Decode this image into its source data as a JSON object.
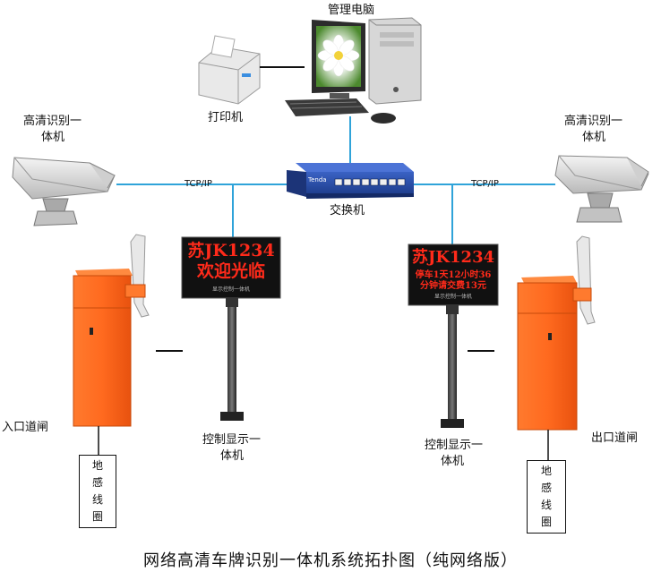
{
  "nodes": {
    "pc": {
      "label": "管理电脑"
    },
    "printer": {
      "label": "打印机"
    },
    "switch": {
      "label": "交换机",
      "brand": "Tenda",
      "port_count": 8
    },
    "camera_left": {
      "label_line1": "高清识别一",
      "label_line2": "体机"
    },
    "camera_right": {
      "label_line1": "高清识别一",
      "label_line2": "体机"
    },
    "display_left": {
      "label_line1": "控制显示一",
      "label_line2": "体机",
      "screen_line1": "苏JK1234",
      "screen_line2": "欢迎光临",
      "caption": "显示控制一体机"
    },
    "display_right": {
      "label_line1": "控制显示一",
      "label_line2": "体机",
      "screen_line1": "苏JK1234",
      "screen_line2": "停车1天12小时36",
      "screen_line3": "分钟请交费13元",
      "caption": "显示控制一体机"
    },
    "gate_left": {
      "label": "入口道闸"
    },
    "gate_right": {
      "label": "出口道闸"
    },
    "loop_left": {
      "chars": [
        "地",
        "感",
        "线",
        "圈"
      ]
    },
    "loop_right": {
      "chars": [
        "地",
        "感",
        "线",
        "圈"
      ]
    }
  },
  "links": {
    "left_protocol": "TCP/IP",
    "right_protocol": "TCP/IP"
  },
  "colors": {
    "network_line": "#2fa3d9",
    "gate_orange": "#ff6a1f",
    "led_red": "#ff2a1a",
    "switch_blue": "#2a4fa8"
  },
  "title": "网络高清车牌识别一体机系统拓扑图（纯网络版）"
}
